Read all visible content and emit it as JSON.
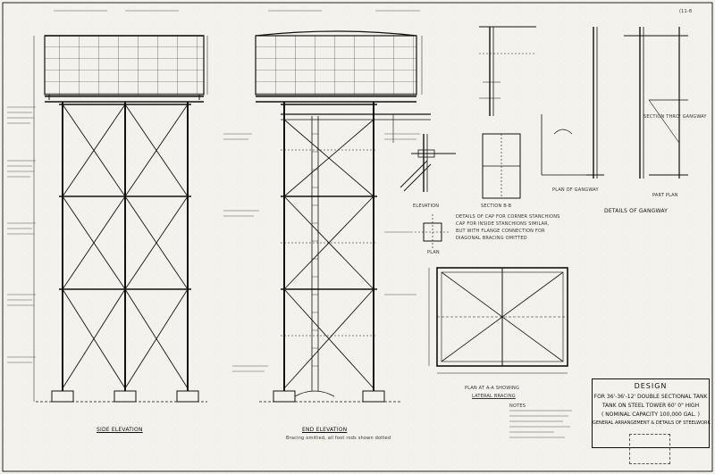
{
  "sheet_number": "(11-8",
  "views": {
    "side_elevation": "SIDE  ELEVATION",
    "end_elevation": "END  ELEVATION",
    "end_elevation_note": "Bracing omitted, all foot rods shown dotted",
    "plan_aa_line1": "PLAN AT A-A SHOWING",
    "plan_aa_line2": "LATERAL BRACING",
    "section_bb": "SECTION B-B",
    "elevation": "ELEVATION",
    "plan": "PLAN",
    "plan_of_gangway": "PLAN OF GANGWAY",
    "part_plan": "PART PLAN",
    "details_of_gangway": "DETAILS OF GANGWAY",
    "section_thro_gangway": "SECTION THRO' GANGWAY"
  },
  "cap_details": [
    "DETAILS OF CAP FOR CORNER STANCHIONS",
    "CAP FOR INSIDE STANCHIONS SIMILAR,",
    "BUT WITH FLANGE CONNECTION FOR",
    "DIAGONAL BRACING OMITTED"
  ],
  "notes_heading": "NOTES",
  "title_block": {
    "heading": "DESIGN",
    "line1": "FOR 36'-36'-12' DOUBLE SECTIONAL TANK",
    "line2": "TANK ON STEEL TOWER 60' 0\" HIGH",
    "line3": "( NOMINAL CAPACITY 100,000 GAL. )",
    "line4": "GENERAL ARRANGEMENT & DETAILS OF STEELWORK"
  }
}
